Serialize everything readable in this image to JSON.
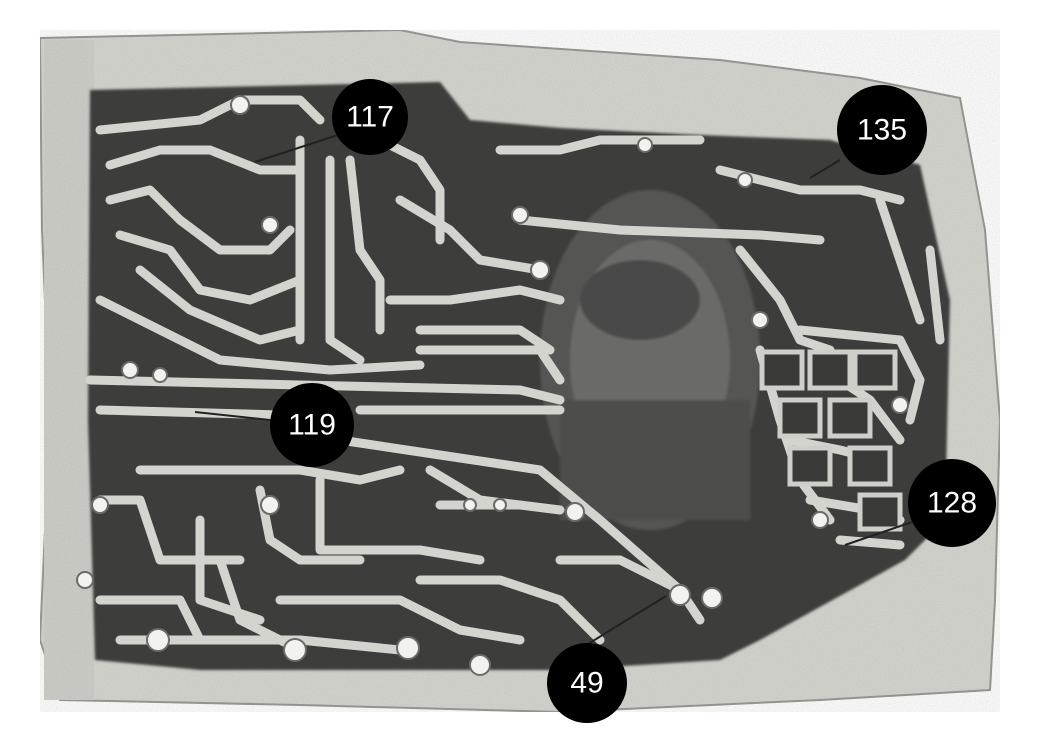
{
  "figure": {
    "description_colors": {
      "background": "#ffffff",
      "plate": "#d9d9d4",
      "channel_dark": "#3a3a3a",
      "callout": "#000000",
      "callout_text": "#ffffff"
    },
    "callouts": [
      {
        "id": "117",
        "label": "117"
      },
      {
        "id": "135",
        "label": "135"
      },
      {
        "id": "119",
        "label": "119"
      },
      {
        "id": "128",
        "label": "128"
      },
      {
        "id": "49",
        "label": "49"
      }
    ]
  }
}
